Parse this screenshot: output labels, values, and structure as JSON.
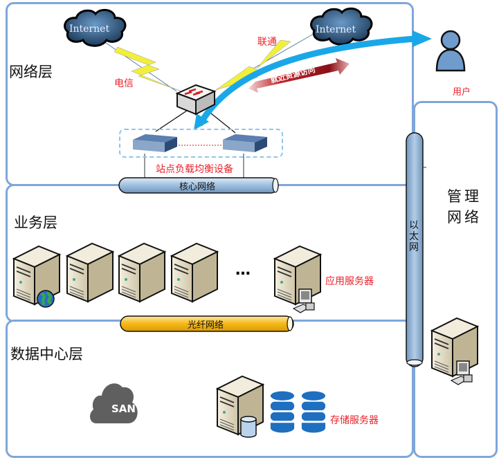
{
  "layers": {
    "network": {
      "title": "网络层"
    },
    "business": {
      "title": "业务层"
    },
    "datacenter": {
      "title": "数据中心层"
    },
    "management": {
      "title_line1": "管理",
      "title_line2": "网络"
    }
  },
  "network_layer": {
    "internet_left": "Internet",
    "internet_right": "Internet",
    "isp_left": "电信",
    "isp_right": "联通",
    "access_arrow": "就近资源访问",
    "lb_label": "站点负载均衡设备",
    "core_pipe": "核心网络"
  },
  "user": {
    "label": "用户"
  },
  "business_layer": {
    "ellipsis": "…",
    "app_server_label": "应用服务器",
    "fiber_pipe": "光纤网络"
  },
  "datacenter_layer": {
    "san_label": "SAN",
    "storage_label": "存储服务器"
  },
  "ethernet_pipe": {
    "label": "以太网"
  },
  "colors": {
    "panel_border": "#7ea6da",
    "label_red": "#e8222a",
    "arrow_blue": "#1aa7e8",
    "pipe_blue": "#9fbfdf",
    "pipe_orange": "#f6b817"
  }
}
